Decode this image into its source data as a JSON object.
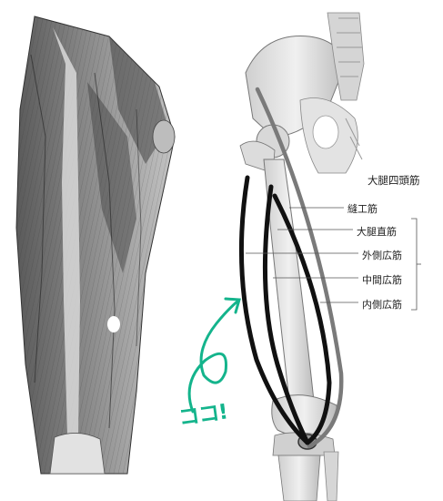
{
  "labels": {
    "group": "大腿四頭筋",
    "sartorius": "縫工筋",
    "rectus_femoris": "大腿直筋",
    "vastus_lateralis": "外側広筋",
    "vastus_intermedius": "中間広筋",
    "vastus_medialis": "内側広筋"
  },
  "callout": {
    "text": "ココ!"
  },
  "colors": {
    "accent": "#14b48c",
    "muscle_outline": "#111111",
    "sartorius_outline": "#7a7a7a"
  }
}
